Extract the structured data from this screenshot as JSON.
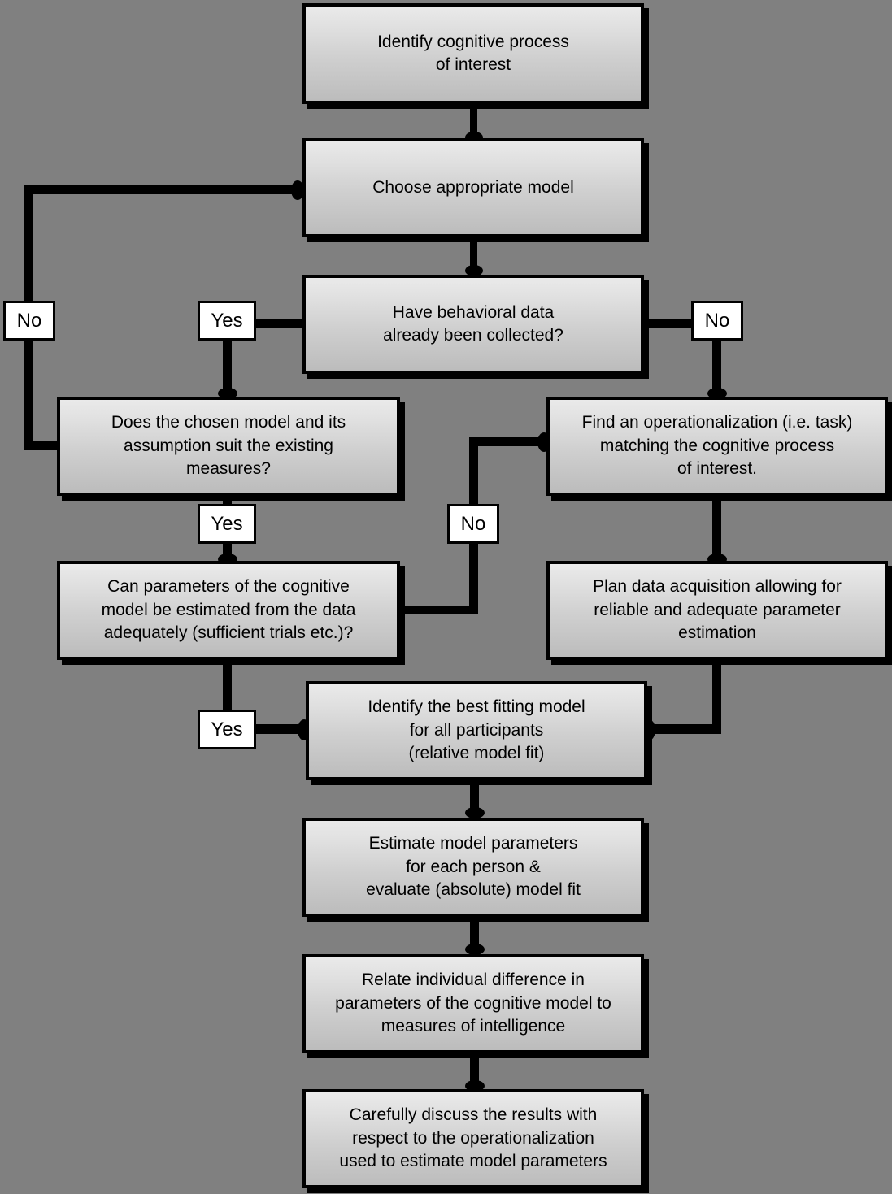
{
  "diagram": {
    "title": "Cognitive modeling research workflow flowchart",
    "background_color": "#808080",
    "node_fill_top": "#eaeaea",
    "node_fill_bottom": "#bcbcbc",
    "node_border_color": "#000000",
    "label_fill": "#ffffff"
  },
  "nodes": [
    {
      "id": "identify-process",
      "text": "Identify cognitive process\nof interest"
    },
    {
      "id": "choose-model",
      "text": "Choose appropriate model"
    },
    {
      "id": "have-data",
      "text": "Have behavioral data\nalready been collected?"
    },
    {
      "id": "model-suits",
      "text": "Does the chosen model and its\nassumption suit the existing\nmeasures?"
    },
    {
      "id": "find-task",
      "text": "Find an operationalization (i.e. task)\nmatching the cognitive process\nof interest."
    },
    {
      "id": "can-estimate",
      "text": "Can parameters of the cognitive\nmodel be estimated from the data\nadequately (sufficient trials etc.)?"
    },
    {
      "id": "plan-acquisition",
      "text": "Plan data acquisition allowing for\nreliable and adequate parameter\nestimation"
    },
    {
      "id": "best-fitting",
      "text": "Identify the best fitting model\nfor all participants\n(relative model fit)"
    },
    {
      "id": "estimate-params",
      "text": "Estimate model parameters\nfor each person &\nevaluate (absolute) model fit"
    },
    {
      "id": "relate-individual",
      "text": "Relate individual difference in\nparameters of the cognitive model to\nmeasures of intelligence"
    },
    {
      "id": "discuss-results",
      "text": "Carefully discuss the results with\nrespect to the operationalization\nused to estimate model parameters"
    }
  ],
  "labels": [
    {
      "id": "no-left",
      "text": "No"
    },
    {
      "id": "yes-have-data",
      "text": "Yes"
    },
    {
      "id": "no-have-data",
      "text": "No"
    },
    {
      "id": "yes-model-suits",
      "text": "Yes"
    },
    {
      "id": "no-can-estimate",
      "text": "No"
    },
    {
      "id": "yes-can-estimate",
      "text": "Yes"
    }
  ]
}
